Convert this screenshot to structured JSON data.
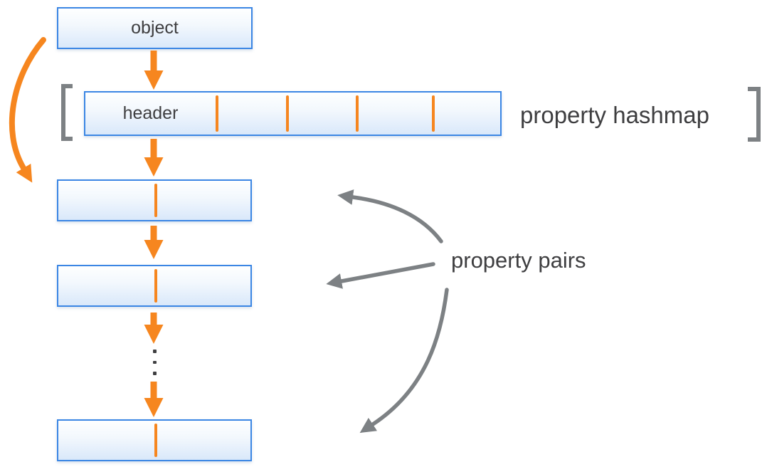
{
  "diagram": {
    "object_box": {
      "label": "object"
    },
    "hashmap": {
      "header_label": "header",
      "label": "property hashmap",
      "divider_count": 4,
      "cell_count": 5
    },
    "property_pairs": {
      "label": "property pairs",
      "visible_box_count": 3,
      "ellipsis_dot_count": 3,
      "annotation_arrow_count": 3
    },
    "colors": {
      "accent_orange": "#F6861F",
      "box_border_blue": "#3B86E4",
      "box_fill_top": "#FEFFFF",
      "box_fill_bottom": "#D9E8FA",
      "gray": "#7D8184",
      "text_dark": "#3E3E40"
    }
  }
}
